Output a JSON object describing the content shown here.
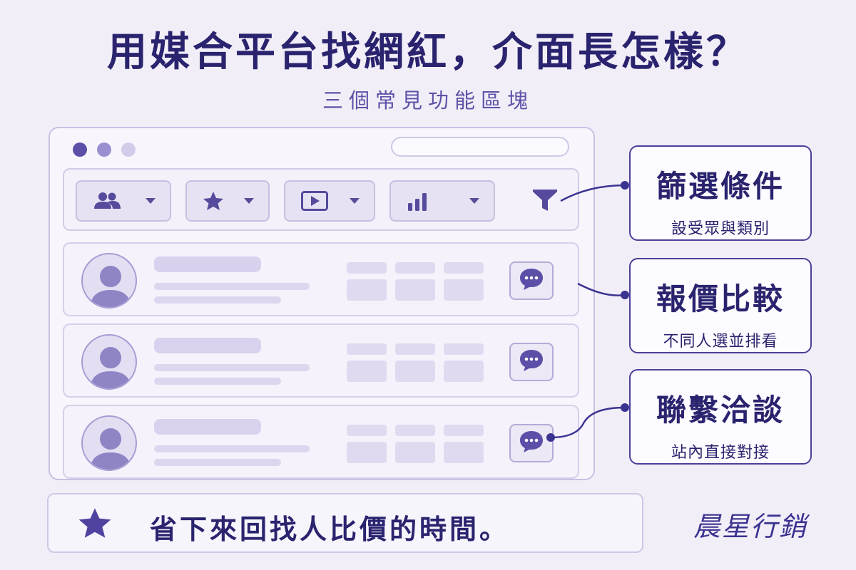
{
  "header": {
    "title": "用媒合平台找網紅，介面長怎樣？",
    "subtitle": "三個常見功能區塊"
  },
  "mockup": {
    "window_dots": [
      "#5b4fa8",
      "#9a8fd0",
      "#d2cbea"
    ],
    "filter_chips": [
      {
        "icon": "people-icon"
      },
      {
        "icon": "star-icon"
      },
      {
        "icon": "play-icon"
      },
      {
        "icon": "bar-chart-icon"
      }
    ],
    "filter_action_icon": "funnel-icon",
    "result_rows": [
      {
        "icon": "chat-bubble-icon"
      },
      {
        "icon": "chat-bubble-icon"
      },
      {
        "icon": "chat-bubble-icon"
      }
    ]
  },
  "callouts": [
    {
      "title": "篩選條件",
      "subtitle": "設受眾與類別"
    },
    {
      "title": "報價比較",
      "subtitle": "不同人選並排看"
    },
    {
      "title": "聯繫洽談",
      "subtitle": "站內直接對接"
    }
  ],
  "banner": {
    "icon": "star-icon",
    "text": "省下來回找人比價的時間。"
  },
  "brand": "晨星行銷",
  "colors": {
    "primary": "#2a236e",
    "accent": "#5b4fa8",
    "background": "#f2eef8"
  }
}
